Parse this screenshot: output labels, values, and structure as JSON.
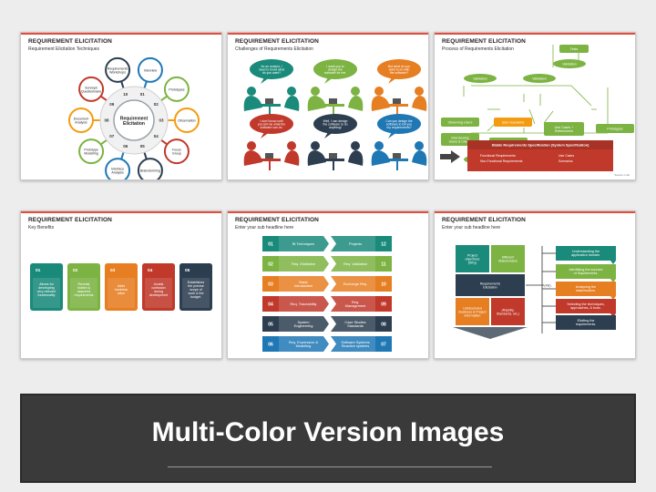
{
  "slide1": {
    "title": "REQUIREMENT ELICITATION",
    "subtitle": "Requirement Elicitation Techniques",
    "center": [
      "Requirement",
      "Elicitation"
    ],
    "items": [
      {
        "num": "01",
        "label": [
          "Interview"
        ],
        "color": "#1f77b4"
      },
      {
        "num": "02",
        "label": [
          "Prototypes"
        ],
        "color": "#7cb342"
      },
      {
        "num": "03",
        "label": [
          "Observation"
        ],
        "color": "#f39c12"
      },
      {
        "num": "04",
        "label": [
          "Focus",
          "Group"
        ],
        "color": "#c0392b"
      },
      {
        "num": "05",
        "label": [
          "Brainstorming"
        ],
        "color": "#2c3e50"
      },
      {
        "num": "06",
        "label": [
          "Interface",
          "Analysis"
        ],
        "color": "#1f77b4"
      },
      {
        "num": "07",
        "label": [
          "Prototype",
          "Modelling"
        ],
        "color": "#7cb342"
      },
      {
        "num": "08",
        "label": [
          "Document",
          "Analysis"
        ],
        "color": "#f39c12"
      },
      {
        "num": "09",
        "label": [
          "Surveys/",
          "Questionnaire"
        ],
        "color": "#c0392b"
      },
      {
        "num": "10",
        "label": [
          "Requirements",
          "Workshops"
        ],
        "color": "#2c3e50"
      }
    ]
  },
  "slide2": {
    "title": "REQUIREMENT ELICITATION",
    "subtitle": "Challenges of Requirements Elicitation",
    "bubbles": [
      [
        "As an analyst, I",
        "need to know what",
        "do you want?"
      ],
      [
        "I want you to",
        "design the",
        "software for me."
      ],
      [
        "But what do you",
        "want to do with",
        "the software?"
      ],
      [
        "I don't know until",
        "you tell me what the",
        "software can do."
      ],
      [
        "Well, I can design",
        "the software to do",
        "anything!"
      ],
      [
        "Can you design the",
        "software to tell you",
        "my requirements?"
      ]
    ],
    "colors": [
      "#1a8a7a",
      "#7cb342",
      "#e67e22",
      "#c0392b",
      "#2c3e50",
      "#1f77b4"
    ]
  },
  "slide3": {
    "title": "REQUIREMENT ELICITATION",
    "subtitle": "Process of Requirements Elicitation",
    "nodes": {
      "tests": "Tests",
      "validation": "Validation",
      "observing_users": "Observing Users",
      "user_scenarios": "User Scenarios",
      "interviewing": [
        "Interviewing",
        "Users & Clients"
      ],
      "scenarios": "Scenarios",
      "use_cases": [
        "Use Cases +",
        "Refinements"
      ],
      "prototypes": "Prototypes"
    },
    "spec_title": "Stable Requirements Specification (System Specification)",
    "spec_items": [
      "Functional Requirements",
      "Non-Functional Requirements",
      "Use Cases",
      "Scenarios"
    ],
    "source": "Source: Link"
  },
  "slide4": {
    "title": "REQUIREMENT ELICITATION",
    "subtitle": "Key Benefits",
    "cards": [
      {
        "num": "01",
        "color": "#1a8a7a",
        "text": [
          "Allows for",
          "developing",
          "very relevant",
          "functionality"
        ]
      },
      {
        "num": "02",
        "color": "#7cb342",
        "text": [
          "Reveals",
          "hidden &",
          "assumed",
          "requirements"
        ]
      },
      {
        "num": "03",
        "color": "#e67e22",
        "text": [
          "Adds",
          "business",
          "value"
        ]
      },
      {
        "num": "04",
        "color": "#c0392b",
        "text": [
          "Avoids",
          "confusion",
          "during",
          "development"
        ]
      },
      {
        "num": "05",
        "color": "#2c3e50",
        "text": [
          "Establishes",
          "the precise",
          "scope of",
          "work & the",
          "budget."
        ]
      }
    ]
  },
  "slide5": {
    "title": "REQUIREMENT ELICITATION",
    "subtitle": "Enter your sub headline here",
    "rows": [
      {
        "l_num": "01",
        "l_text": [
          "BI Techniques"
        ],
        "r_num": "12",
        "r_text": [
          "Projects"
        ],
        "color": "#1a8a7a"
      },
      {
        "l_num": "02",
        "l_text": [
          "Req. Elicitation"
        ],
        "r_num": "11",
        "r_text": [
          "Req. Validation"
        ],
        "color": "#7cb342"
      },
      {
        "l_num": "03",
        "l_text": [
          "Basic",
          "Introduction"
        ],
        "r_num": "10",
        "r_text": [
          "Exchange Req."
        ],
        "color": "#e67e22"
      },
      {
        "l_num": "04",
        "l_text": [
          "Req. Traceability"
        ],
        "r_num": "09",
        "r_text": [
          "Req.",
          "Management"
        ],
        "color": "#c0392b"
      },
      {
        "l_num": "05",
        "l_text": [
          "System",
          "Engineering"
        ],
        "r_num": "08",
        "r_text": [
          "Case Studies",
          "Standards"
        ],
        "color": "#2c3e50"
      },
      {
        "l_num": "06",
        "l_text": [
          "Req. Expression &",
          "Modelling"
        ],
        "r_num": "07",
        "r_text": [
          "Software Systems",
          "Reactive systems"
        ],
        "color": "#1f77b4"
      }
    ]
  },
  "slide6": {
    "title": "REQUIREMENT ELICITATION",
    "subtitle": "Enter your sub headline here",
    "grid": [
      {
        "text": [
          "Project",
          "objectives",
          "(Why)"
        ],
        "color": "#1a8a7a"
      },
      {
        "text": [
          "Different",
          "Stakeholders"
        ],
        "color": "#7cb342"
      },
      {
        "text": [
          "Requirements",
          "Elicitation"
        ],
        "color": "#2c3e50"
      },
      {
        "text": [
          "Unstructured",
          "Business & Project",
          "information"
        ],
        "color": "#e67e22"
      },
      {
        "text": [
          "(Rapidly,",
          "Standards, etc.)"
        ],
        "color": "#c0392b"
      }
    ],
    "hub_label": "(4S)",
    "steps": [
      {
        "text": [
          "Understanding the",
          "application domain."
        ],
        "color": "#1a8a7a"
      },
      {
        "text": [
          "Identifying the sources",
          "of requirements."
        ],
        "color": "#7cb342"
      },
      {
        "text": [
          "Analysing the",
          "stakeholders."
        ],
        "color": "#e67e22"
      },
      {
        "text": [
          "Selecting the techniques,",
          "approaches, & tools."
        ],
        "color": "#c0392b"
      },
      {
        "text": [
          "Eliciting the",
          "requirements."
        ],
        "color": "#2c3e50"
      }
    ]
  },
  "banner": {
    "text": "Multi-Color Version Images",
    "bg": "#3a3a3a"
  }
}
